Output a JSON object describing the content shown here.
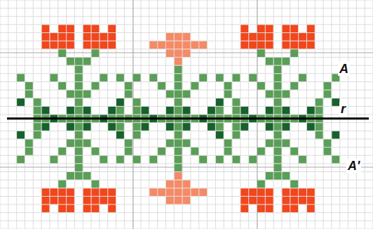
{
  "diagram": {
    "labels": [
      "A",
      "r",
      "A'"
    ]
  }
}
